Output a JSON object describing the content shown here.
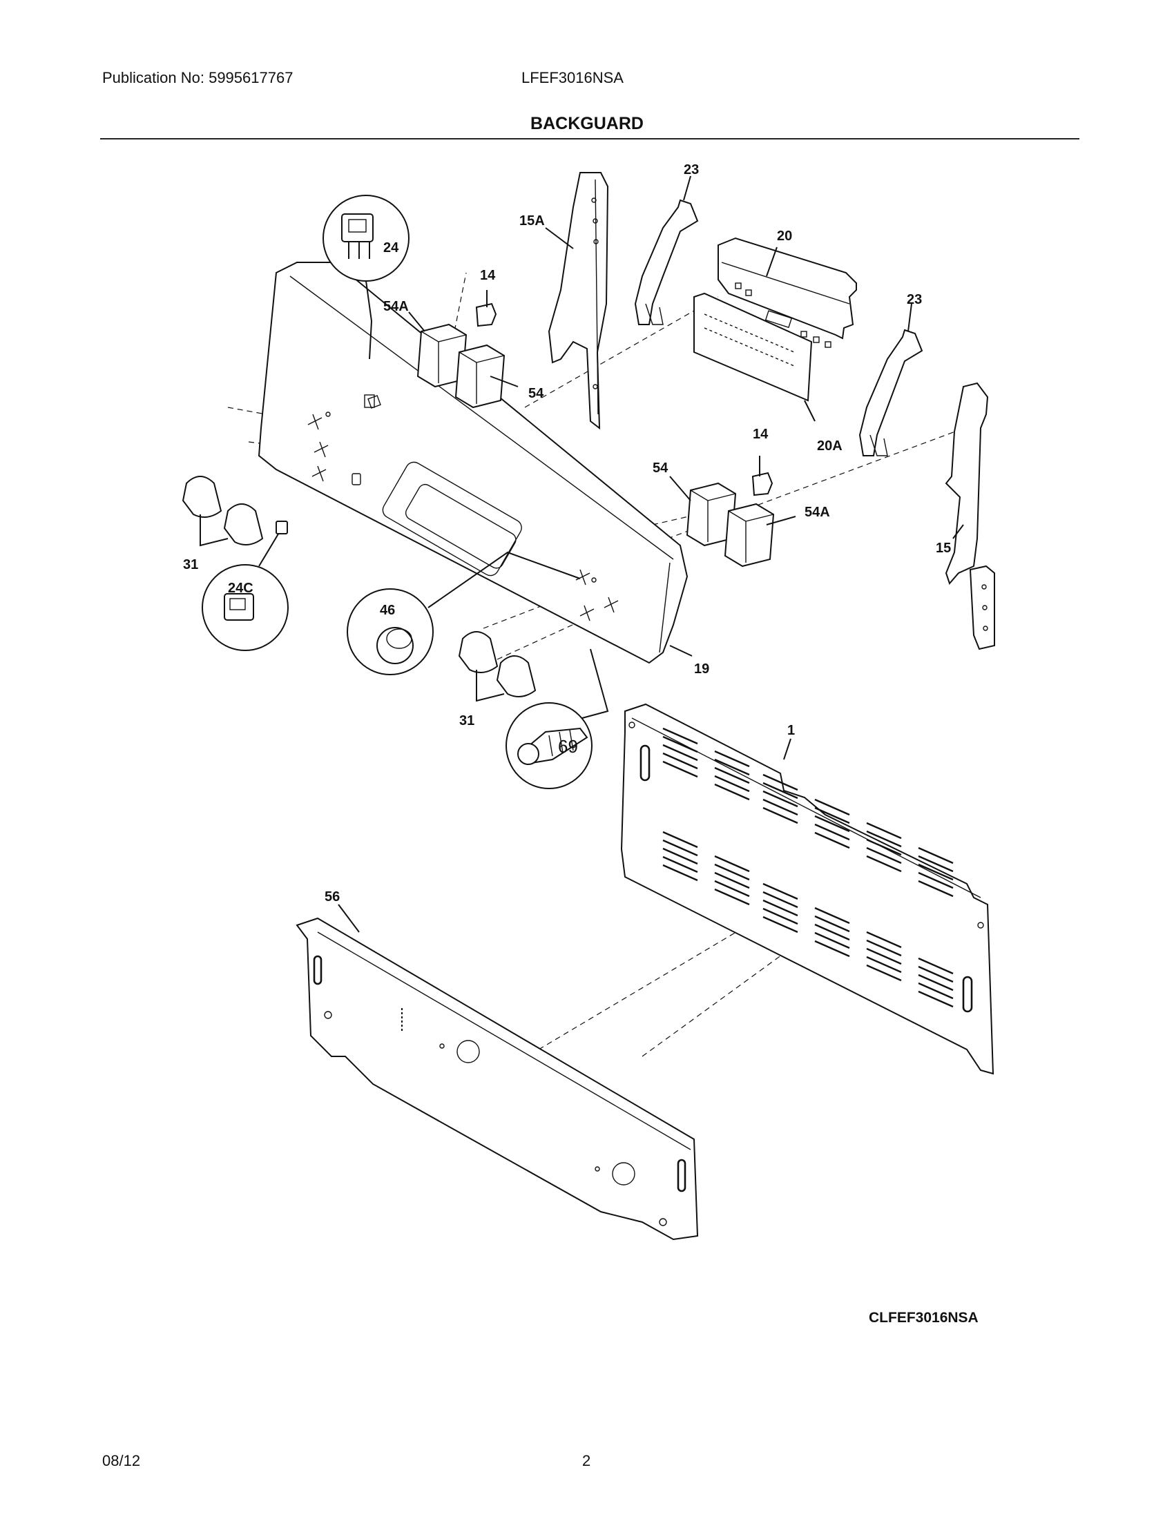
{
  "header": {
    "publication": "Publication No: 5995617767",
    "model": "LFEF3016NSA",
    "title": "BACKGUARD"
  },
  "callouts": {
    "c23a": "23",
    "c23b": "23",
    "c20": "20",
    "c20a": "20A",
    "c15a": "15A",
    "c15": "15",
    "c24": "24",
    "c24c": "24C",
    "c14a": "14",
    "c14b": "14",
    "c54a_top": "54A",
    "c54_top": "54",
    "c54_mid": "54",
    "c54a_mid": "54A",
    "c31a": "31",
    "c31b": "31",
    "c46": "46",
    "c19": "19",
    "c69": "69",
    "c1": "1",
    "c56": "56"
  },
  "footer": {
    "drawing_code": "CLFEF3016NSA",
    "date": "08/12",
    "page": "2"
  }
}
